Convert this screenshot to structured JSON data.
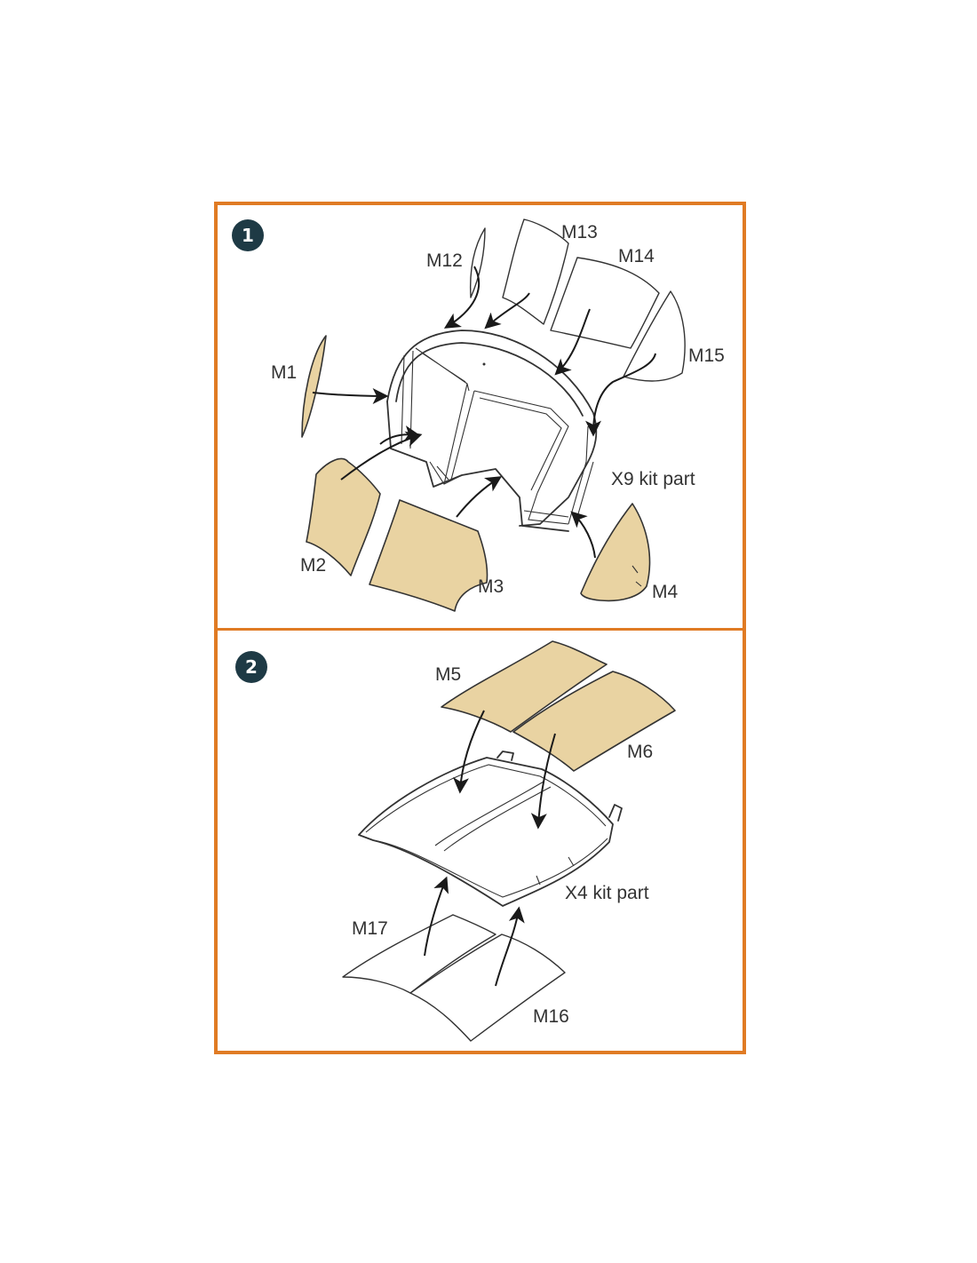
{
  "colors": {
    "frame_border": "#E07B24",
    "step_badge": "#1E3A45",
    "mask_fill": "#E9D3A2",
    "line": "#333333"
  },
  "steps": [
    {
      "number": "1",
      "kit_part_label": "X9 kit part",
      "mask_labels": [
        "M1",
        "M2",
        "M3",
        "M4",
        "M12",
        "M13",
        "M14",
        "M15"
      ]
    },
    {
      "number": "2",
      "kit_part_label": "X4 kit part",
      "mask_labels": [
        "M5",
        "M6",
        "M16",
        "M17"
      ]
    }
  ]
}
